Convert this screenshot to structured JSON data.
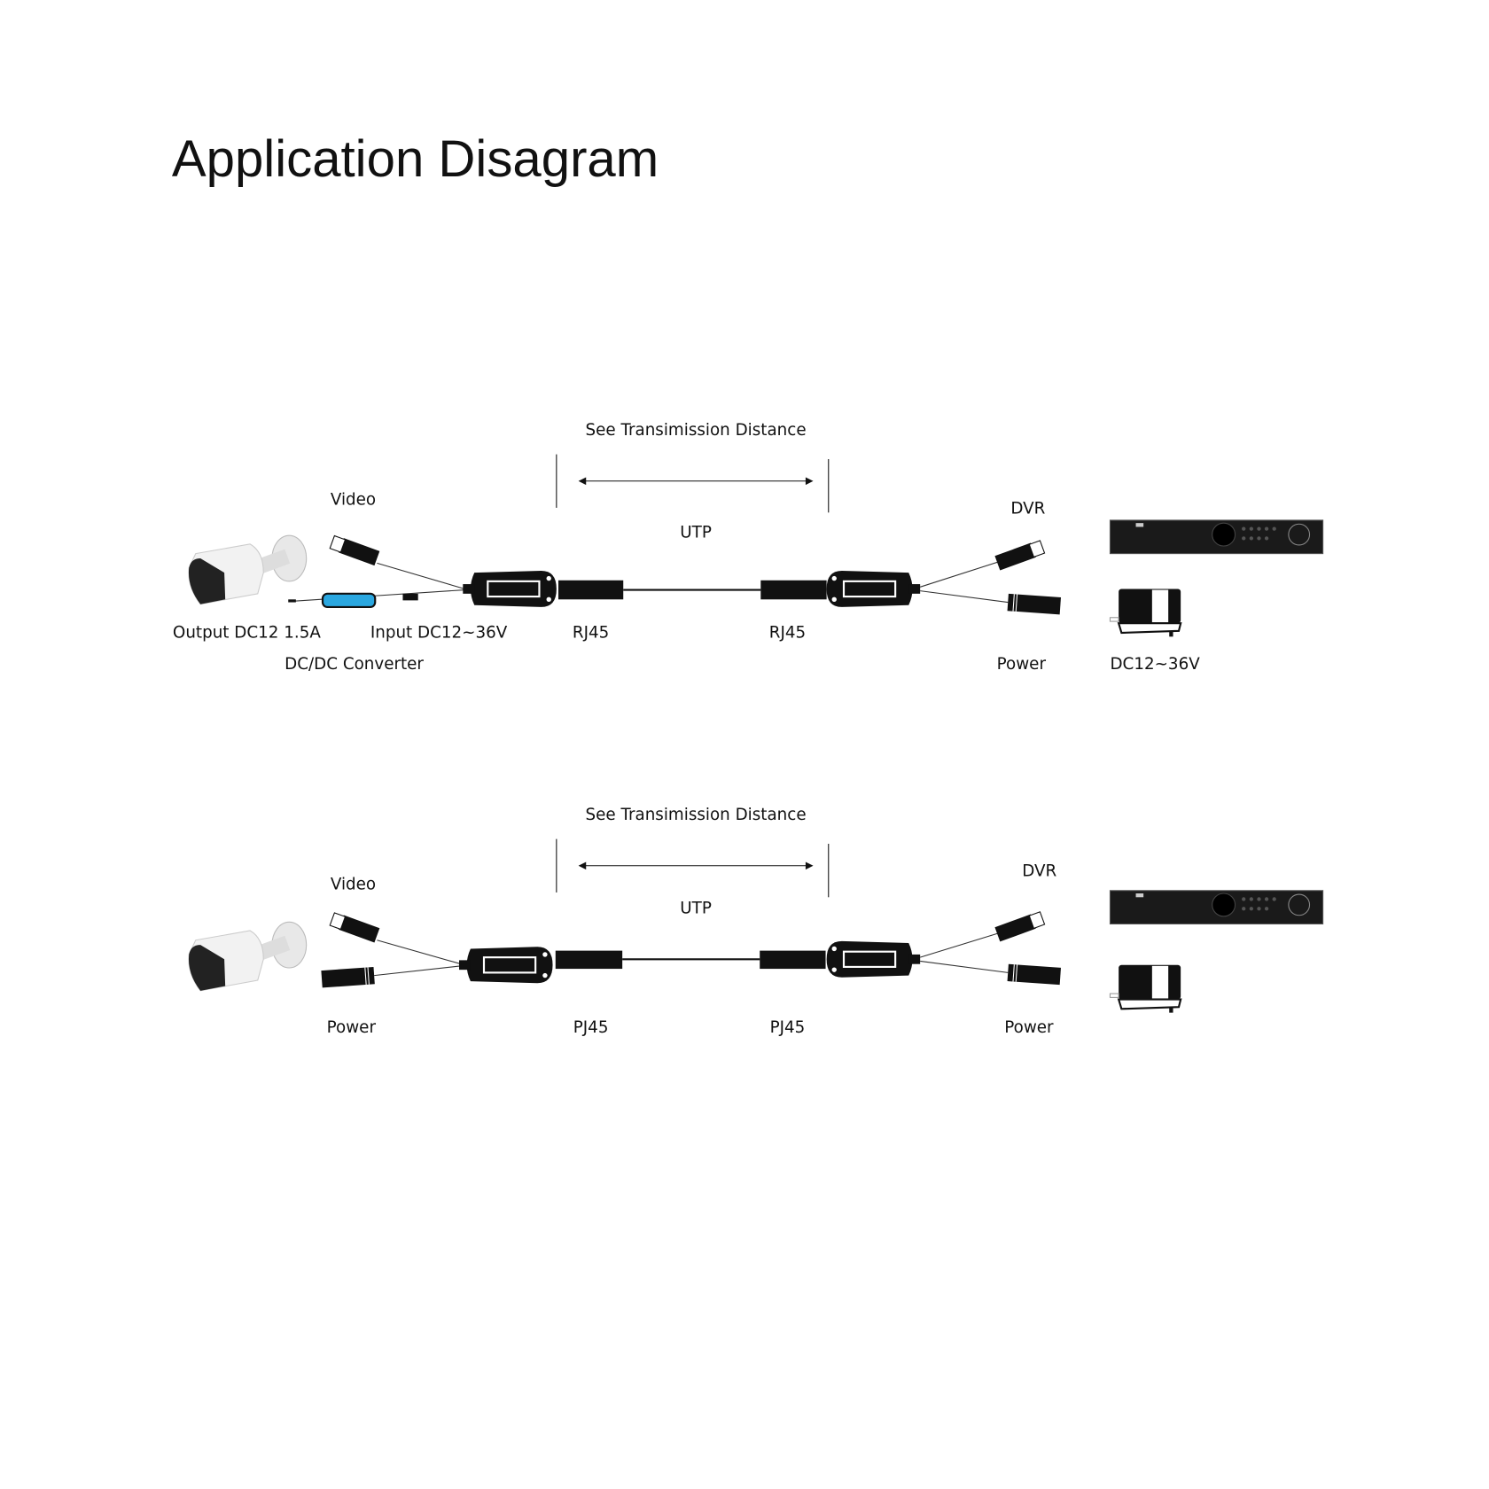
{
  "title": "Application Disagram",
  "diagrams": [
    {
      "distance_label": "See Transimission Distance",
      "cable_label": "UTP",
      "video_label": "Video",
      "dvr_label": "DVR",
      "output_label": "Output DC12 1.5A",
      "input_label": "Input DC12~36V",
      "converter_label": "DC/DC Converter",
      "left_connector_label": "RJ45",
      "right_connector_label": "RJ45",
      "power_label": "Power",
      "adapter_label": "DC12~36V"
    },
    {
      "distance_label": "See Transimission Distance",
      "cable_label": "UTP",
      "video_label": "Video",
      "dvr_label": "DVR",
      "left_power_label": "Power",
      "left_connector_label": "PJ45",
      "right_connector_label": "PJ45",
      "power_label": "Power"
    }
  ],
  "colors": {
    "converter": "#2aa7e0",
    "ink": "#111111"
  }
}
